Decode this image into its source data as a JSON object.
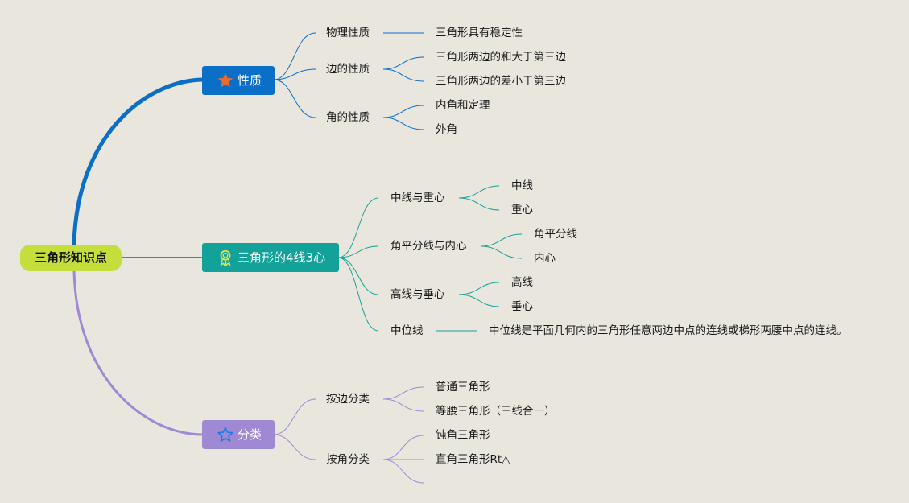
{
  "colors": {
    "background": "#e9e6de",
    "root": "#c5de3c",
    "blue": "#0b6fc7",
    "teal": "#12a29a",
    "purple": "#9f89d5"
  },
  "root": {
    "label": "三角形知识点"
  },
  "branches": {
    "properties": {
      "label": "性质",
      "icon": "star-icon",
      "children": [
        {
          "label": "物理性质",
          "items": [
            "三角形具有稳定性"
          ]
        },
        {
          "label": "边的性质",
          "items": [
            "三角形两边的和大于第三边",
            "三角形两边的差小于第三边"
          ]
        },
        {
          "label": "角的性质",
          "items": [
            "内角和定理",
            "外角"
          ]
        }
      ]
    },
    "lines": {
      "label": "三角形的4线3心",
      "icon": "medal-icon",
      "children": [
        {
          "label": "中线与重心",
          "items": [
            "中线",
            "重心"
          ]
        },
        {
          "label": "角平分线与内心",
          "items": [
            "角平分线",
            "内心"
          ]
        },
        {
          "label": "高线与垂心",
          "items": [
            "高线",
            "垂心"
          ]
        },
        {
          "label": "中位线",
          "items": [
            "中位线是平面几何内的三角形任意两边中点的连线或梯形两腰中点的连线。"
          ]
        }
      ]
    },
    "classification": {
      "label": "分类",
      "icon": "star-outline-icon",
      "children": [
        {
          "label": "按边分类",
          "items": [
            "普通三角形",
            "等腰三角形（三线合一）"
          ]
        },
        {
          "label": "按角分类",
          "items": [
            "钝角三角形",
            "直角三角形Rt△",
            ""
          ]
        }
      ]
    }
  }
}
